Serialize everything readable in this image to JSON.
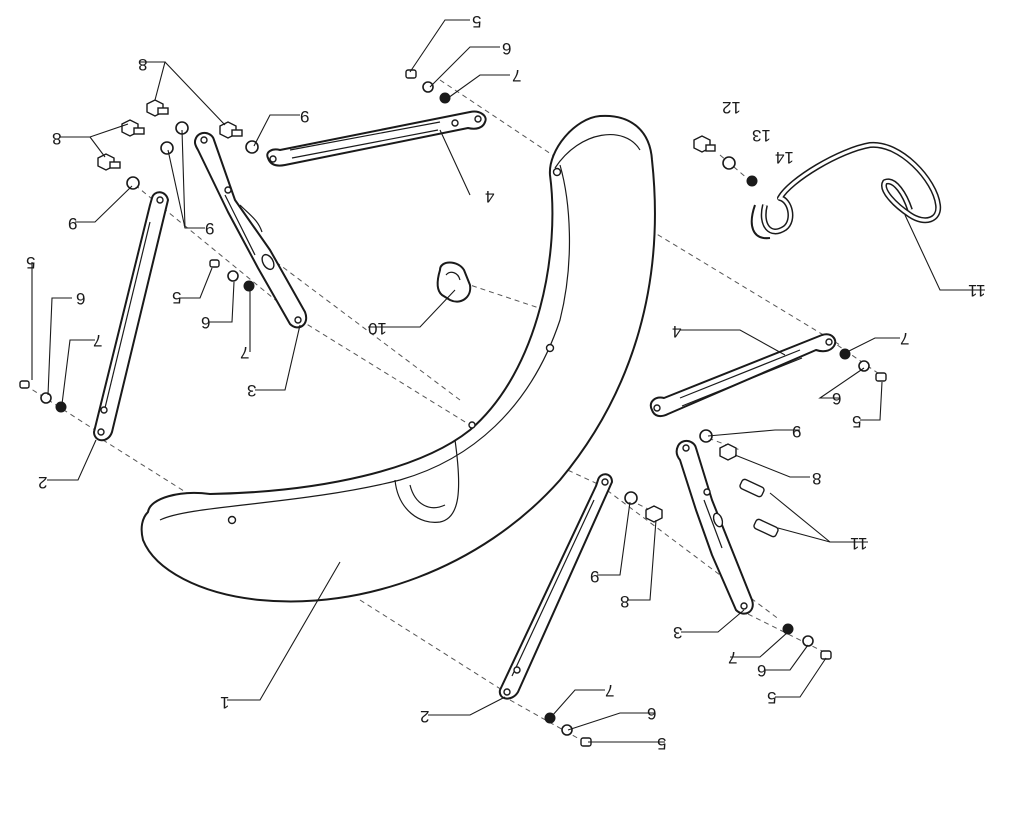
{
  "diagram": {
    "callouts": [
      {
        "text": "1"
      },
      {
        "text": "2"
      },
      {
        "text": "2"
      },
      {
        "text": "3"
      },
      {
        "text": "3"
      },
      {
        "text": "4"
      },
      {
        "text": "4"
      },
      {
        "text": "5"
      },
      {
        "text": "5"
      },
      {
        "text": "5"
      },
      {
        "text": "5"
      },
      {
        "text": "5"
      },
      {
        "text": "5"
      },
      {
        "text": "6"
      },
      {
        "text": "6"
      },
      {
        "text": "6"
      },
      {
        "text": "6"
      },
      {
        "text": "6"
      },
      {
        "text": "6"
      },
      {
        "text": "7"
      },
      {
        "text": "7"
      },
      {
        "text": "7"
      },
      {
        "text": "7"
      },
      {
        "text": "7"
      },
      {
        "text": "7"
      },
      {
        "text": "8"
      },
      {
        "text": "8"
      },
      {
        "text": "8"
      },
      {
        "text": "8"
      },
      {
        "text": "9"
      },
      {
        "text": "9"
      },
      {
        "text": "9"
      },
      {
        "text": "9"
      },
      {
        "text": "9"
      },
      {
        "text": "10"
      },
      {
        "text": "11"
      },
      {
        "text": "11"
      },
      {
        "text": "12"
      },
      {
        "text": "13"
      },
      {
        "text": "14"
      }
    ],
    "colors": {
      "line": "#1a1a1a",
      "background": "#ffffff",
      "dash": "#555555"
    }
  }
}
